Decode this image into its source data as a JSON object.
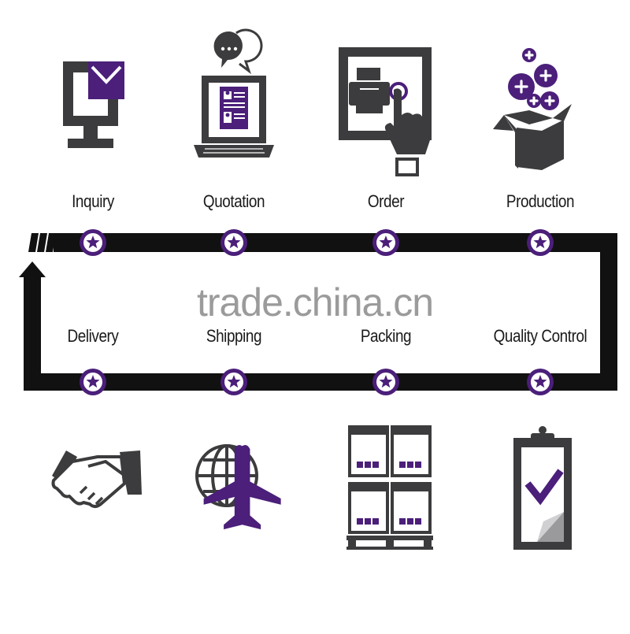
{
  "colors": {
    "accent": "#4b1f7a",
    "icon_dark": "#3c3c3e",
    "track": "#111111",
    "star_ring_bg": "#ffffff"
  },
  "steps_top": [
    {
      "label": "Inquiry",
      "icon": "computer-mail-icon"
    },
    {
      "label": "Quotation",
      "icon": "laptop-chat-icon"
    },
    {
      "label": "Order",
      "icon": "printer-touch-icon"
    },
    {
      "label": "Production",
      "icon": "box-plus-icon"
    }
  ],
  "steps_bottom": [
    {
      "label": "Delivery",
      "icon": "handshake-icon"
    },
    {
      "label": "Shipping",
      "icon": "globe-plane-icon"
    },
    {
      "label": "Packing",
      "icon": "pallet-boxes-icon"
    },
    {
      "label": "Quality Control",
      "icon": "clipboard-check-icon"
    }
  ],
  "watermark": "trade.china.cn"
}
